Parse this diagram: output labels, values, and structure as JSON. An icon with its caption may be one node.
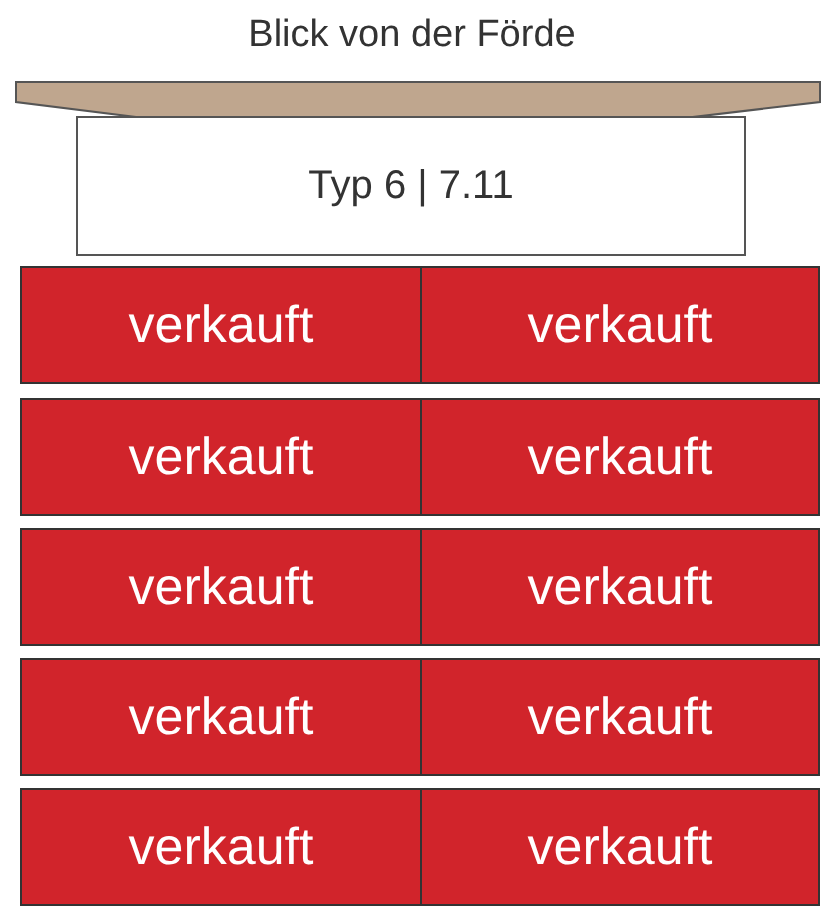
{
  "diagram": {
    "title": "Blick von der Förde",
    "nodes": [
      {
        "text": [
          "Typ 6 | 7.11"
        ]
      },
      {
        "text": [
          "verkauft"
        ]
      },
      {
        "text": [
          "verkauft"
        ]
      },
      {
        "text": [
          "verkauft"
        ]
      },
      {
        "text": [
          "verkauft"
        ]
      },
      {
        "text": [
          "verkauft"
        ]
      },
      {
        "text": [
          "verkauft"
        ]
      },
      {
        "text": [
          "verkauft"
        ]
      },
      {
        "text": [
          "verkauft"
        ]
      },
      {
        "text": [
          "verkauft"
        ]
      },
      {
        "text": [
          "verkauft"
        ]
      }
    ],
    "edges": []
  }
}
